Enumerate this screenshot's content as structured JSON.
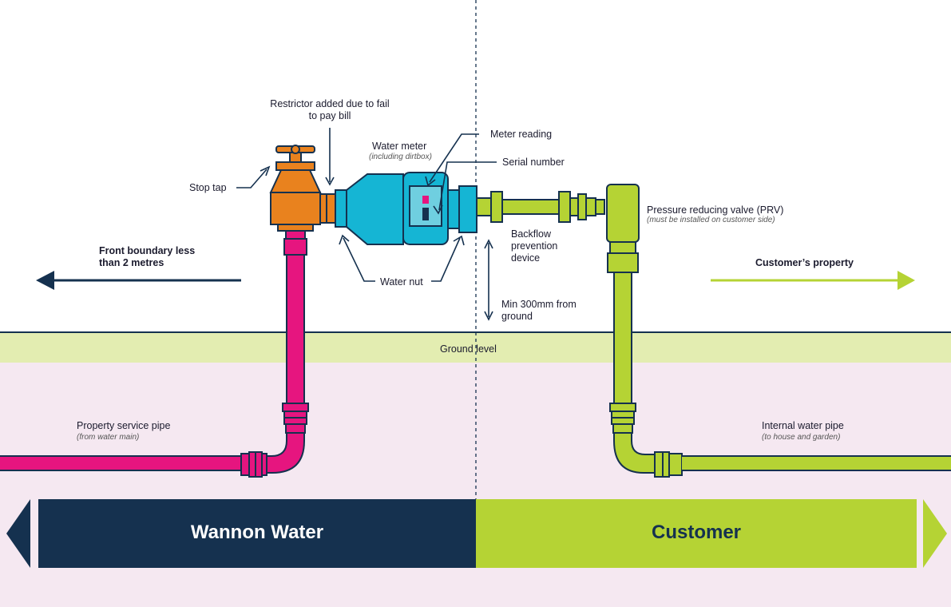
{
  "colors": {
    "navy": "#15314f",
    "lime": "#b5d334",
    "magenta": "#e6157f",
    "orange": "#e9821e",
    "cyan": "#15b5d4",
    "ground_band": "#e3edb1",
    "underground": "#f5e8f1"
  },
  "labels": {
    "restrictor": "Restrictor added due to fail to pay bill",
    "water_meter": "Water meter",
    "water_meter_sub": "(including dirtbox)",
    "meter_reading": "Meter reading",
    "serial_number": "Serial number",
    "stop_tap": "Stop tap",
    "pressure_valve": "Pressure reducing valve (PRV)",
    "pressure_valve_sub": "(must be installed on customer side)",
    "front_boundary": "Front boundary less than 2 metres",
    "customers_property": "Customer’s property",
    "backflow": "Backflow prevention device",
    "water_nut": "Water nut",
    "min_height": "Min 300mm from ground",
    "ground_level": "Ground level",
    "service_pipe": "Property service pipe",
    "service_pipe_sub": "(from water main)",
    "internal_pipe": "Internal water pipe",
    "internal_pipe_sub": "(to house and garden)"
  },
  "banner": {
    "left": "Wannon Water",
    "right": "Customer"
  },
  "icons": {
    "left_arrow": "arrow-left-icon",
    "right_arrow": "arrow-right-icon"
  }
}
